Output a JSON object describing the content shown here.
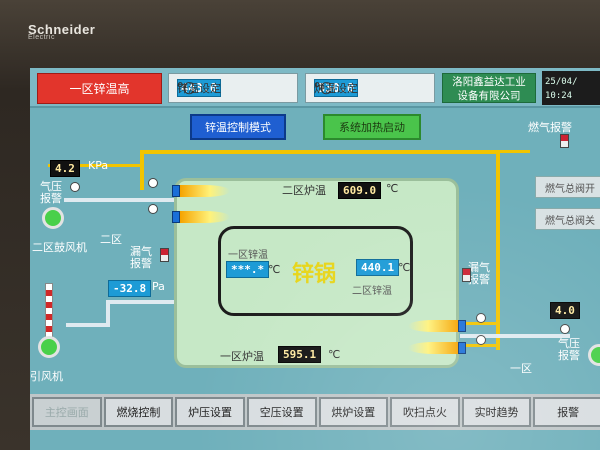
{
  "brand": {
    "name": "Schneider",
    "sub": "Electric"
  },
  "topbar": {
    "alarm_tab": "一区锌温高",
    "zinc_setpoint": {
      "label": "锌温设定",
      "value": "443.0",
      "unit": "℃"
    },
    "furnace_setpoint": {
      "label": "炉温设定",
      "value": "530.0",
      "unit": "℃"
    },
    "company": {
      "line1": "洛阳鑫益达工业",
      "line2": "设备有限公司"
    },
    "clock": {
      "date": "25/04/",
      "time": "10:24"
    }
  },
  "controls": {
    "mode_button": "锌温控制模式",
    "start_button": "系统加热启动"
  },
  "process": {
    "pot_title": "锌锅",
    "zone2_furnace": {
      "label": "二区炉温",
      "value": "609.0",
      "unit": "℃"
    },
    "zone1_furnace": {
      "label": "一区炉温",
      "value": "595.1",
      "unit": "℃"
    },
    "zone1_zinc": {
      "label": "一区锌温",
      "value": "***.*",
      "unit": "℃"
    },
    "zone2_zinc": {
      "label": "二区锌温",
      "value": "440.1",
      "unit": "℃"
    },
    "pressure_left": {
      "value": "4.2",
      "unit": "KPa"
    },
    "pressure_right": {
      "value": "4.0"
    },
    "draft": {
      "value": "-32.8",
      "unit": "Pa"
    },
    "labels": {
      "gas_pressure_alarm_left": "气压\n报警",
      "zone2_fan": "二区鼓风机",
      "zone2": "二区",
      "gas_leak_alarm_left": "漏气\n报警",
      "induced_fan": "引风机",
      "gas_leak_alarm_right": "漏气\n报警",
      "zone1": "一区",
      "gas_pressure_alarm_right": "气压\n报警",
      "gas_alarm_top": "燃气报警"
    }
  },
  "side_buttons": [
    "燃气总阀开",
    "燃气总阀关"
  ],
  "nav": [
    "主控画面",
    "燃烧控制",
    "炉压设置",
    "空压设置",
    "烘炉设置",
    "吹扫点火",
    "实时趋势",
    "报警"
  ]
}
